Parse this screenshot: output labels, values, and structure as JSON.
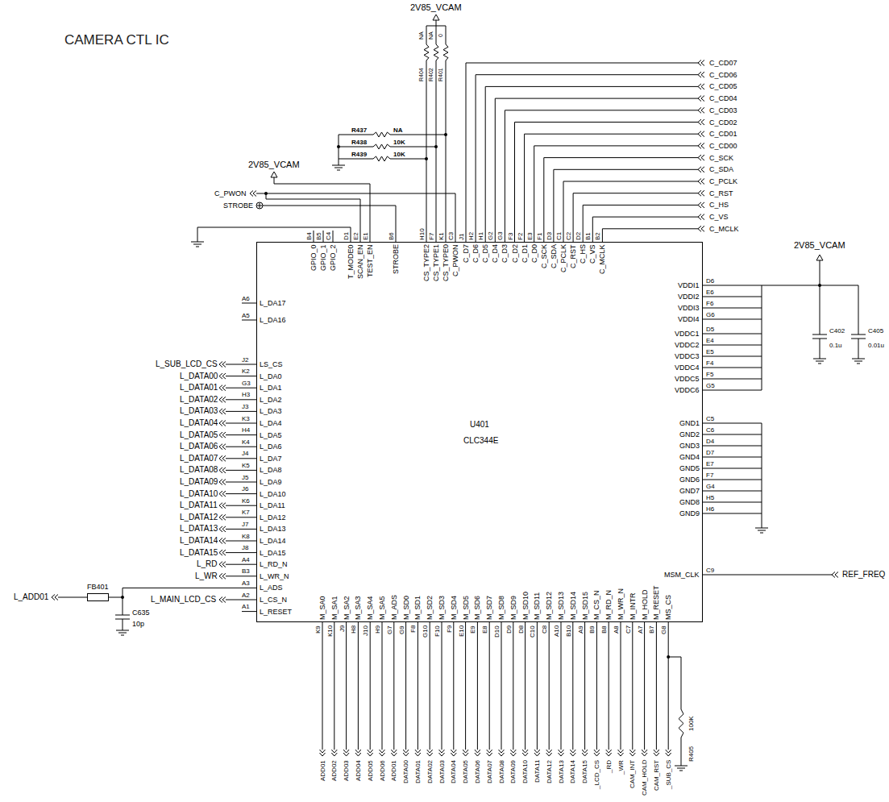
{
  "diagram": {
    "title": "CAMERA CTL IC",
    "nodes": [
      {
        "text": [
          "U401",
          "CLC344E"
        ]
      },
      {
        "text": [
          "FB401"
        ]
      }
    ],
    "edges": [
      {
        "from": 1,
        "to": 0,
        "arrow": "none"
      }
    ],
    "labels": [
      "2V85_VCAM",
      "2V85_VCAM",
      "2V85_VCAM",
      "C_PWON",
      "STROBE",
      "NA",
      "NA",
      "0",
      "R404",
      "R402",
      "R401",
      "R437",
      "NA",
      "R438",
      "10K",
      "R439",
      "10K",
      "L_ADD01",
      "C635",
      "10p",
      "L_MAIN_LCD_CS",
      "C402",
      "0.1u",
      "C405",
      "0.01u",
      "REF_FREQ",
      "R405",
      "100K",
      "GPIO_0",
      "GPIO_1",
      "GPIO_2",
      "T_MODE0",
      "SCAN_EN",
      "TEST_EN",
      "STROBE",
      "CS_TYPE2",
      "CS_TYPE1",
      "CS_TYPE0",
      "C_PWON",
      "C_D7",
      "C_D6",
      "C_D5",
      "C_D4",
      "C_D3",
      "C_D2",
      "C_D1",
      "C_D0",
      "C_SCK",
      "C_SDA",
      "C_PCLK",
      "C_RST",
      "C_HS",
      "C_VS",
      "C_MCLK",
      "B4",
      "B5",
      "C4",
      "D1",
      "E2",
      "E1",
      "B6",
      "H10",
      "F7",
      "K1",
      "C3",
      "J1",
      "H2",
      "H1",
      "G2",
      "G3",
      "F3",
      "F2",
      "E3",
      "F1",
      "D3",
      "C1",
      "C2",
      "D2",
      "B1",
      "B2",
      "C_CD07",
      "C_CD06",
      "C_CD05",
      "C_CD04",
      "C_CD03",
      "C_CD02",
      "C_CD01",
      "C_CD00",
      "C_SCK",
      "C_SDA",
      "C_PCLK",
      "C_RST",
      "C_HS",
      "C_VS",
      "C_MCLK",
      "L_DA17",
      "L_DA16",
      "LS_CS",
      "L_DA0",
      "L_DA1",
      "L_DA2",
      "L_DA3",
      "L_DA4",
      "L_DA5",
      "L_DA6",
      "L_DA7",
      "L_DA8",
      "L_DA9",
      "L_DA10",
      "L_DA11",
      "L_DA12",
      "L_DA13",
      "L_DA14",
      "L_DA15",
      "L_RD_N",
      "L_WR_N",
      "L_ADS",
      "L_CS_N",
      "L_RESET",
      "A6",
      "A5",
      "J2",
      "K2",
      "G3",
      "H3",
      "J3",
      "K3",
      "H4",
      "K4",
      "J4",
      "K5",
      "J5",
      "J6",
      "K6",
      "K7",
      "J7",
      "K8",
      "J8",
      "A4",
      "B3",
      "A3",
      "A2",
      "A1",
      "L_SUB_LCD_CS",
      "L_DATA00",
      "L_DATA01",
      "L_DATA02",
      "L_DATA03",
      "L_DATA04",
      "L_DATA05",
      "L_DATA06",
      "L_DATA07",
      "L_DATA08",
      "L_DATA09",
      "L_DATA10",
      "L_DATA11",
      "L_DATA12",
      "L_DATA13",
      "L_DATA14",
      "L_DATA15",
      "L_RD",
      "L_WR",
      "VDDI1",
      "VDDI2",
      "VDDI3",
      "VDDI4",
      "VDDC1",
      "VDDC2",
      "VDDC3",
      "VDDC4",
      "VDDC5",
      "VDDC6",
      "GND1",
      "GND2",
      "GND3",
      "GND4",
      "GND5",
      "GND6",
      "GND7",
      "GND8",
      "GND9",
      "MSM_CLK",
      "D6",
      "E6",
      "F6",
      "G6",
      "D5",
      "E4",
      "E5",
      "F4",
      "F5",
      "G5",
      "C5",
      "C6",
      "D4",
      "D7",
      "E7",
      "F7",
      "G4",
      "H5",
      "H6",
      "C9",
      "M_SA0",
      "M_SA1",
      "M_SA2",
      "M_SA3",
      "M_SA4",
      "M_SA5",
      "M_ADS",
      "M_SD0",
      "M_SD1",
      "M_SD2",
      "M_SD3",
      "M_SD4",
      "M_SD5",
      "M_SD6",
      "M_SD7",
      "M_SD8",
      "M_SD9",
      "M_SD10",
      "M_SD11",
      "M_SD12",
      "M_SD13",
      "M_SD14",
      "M_SD15",
      "M_CS_N",
      "M_RD_N",
      "M_WR_N",
      "M_INTR",
      "M_HOLD",
      "M_RESET",
      "MS_CS",
      "K9",
      "K10",
      "J9",
      "H8",
      "J10",
      "H9",
      "G7",
      "G9",
      "F8",
      "G10",
      "F10",
      "F9",
      "E10",
      "E9",
      "E8",
      "D10",
      "D9",
      "D8",
      "C10",
      "C8",
      "A10",
      "B10",
      "A9",
      "B9",
      "B8",
      "A8",
      "C7",
      "A7",
      "B7",
      "G8",
      "ADD01",
      "ADD02",
      "ADD03",
      "ADD04",
      "ADD05",
      "ADD06",
      "ADD01",
      "DATA00",
      "DATA01",
      "DATA02",
      "DATA03",
      "DATA04",
      "DATA05",
      "DATA06",
      "DATA07",
      "DATA08",
      "DATA09",
      "DATA10",
      "DATA11",
      "DATA12",
      "DATA13",
      "DATA14",
      "DATA15",
      "_LCD_CS",
      "_RD",
      "_WR",
      "CAM_INT",
      "CAM_HOLD",
      "CAM_RST",
      "_SUB_CS"
    ]
  }
}
